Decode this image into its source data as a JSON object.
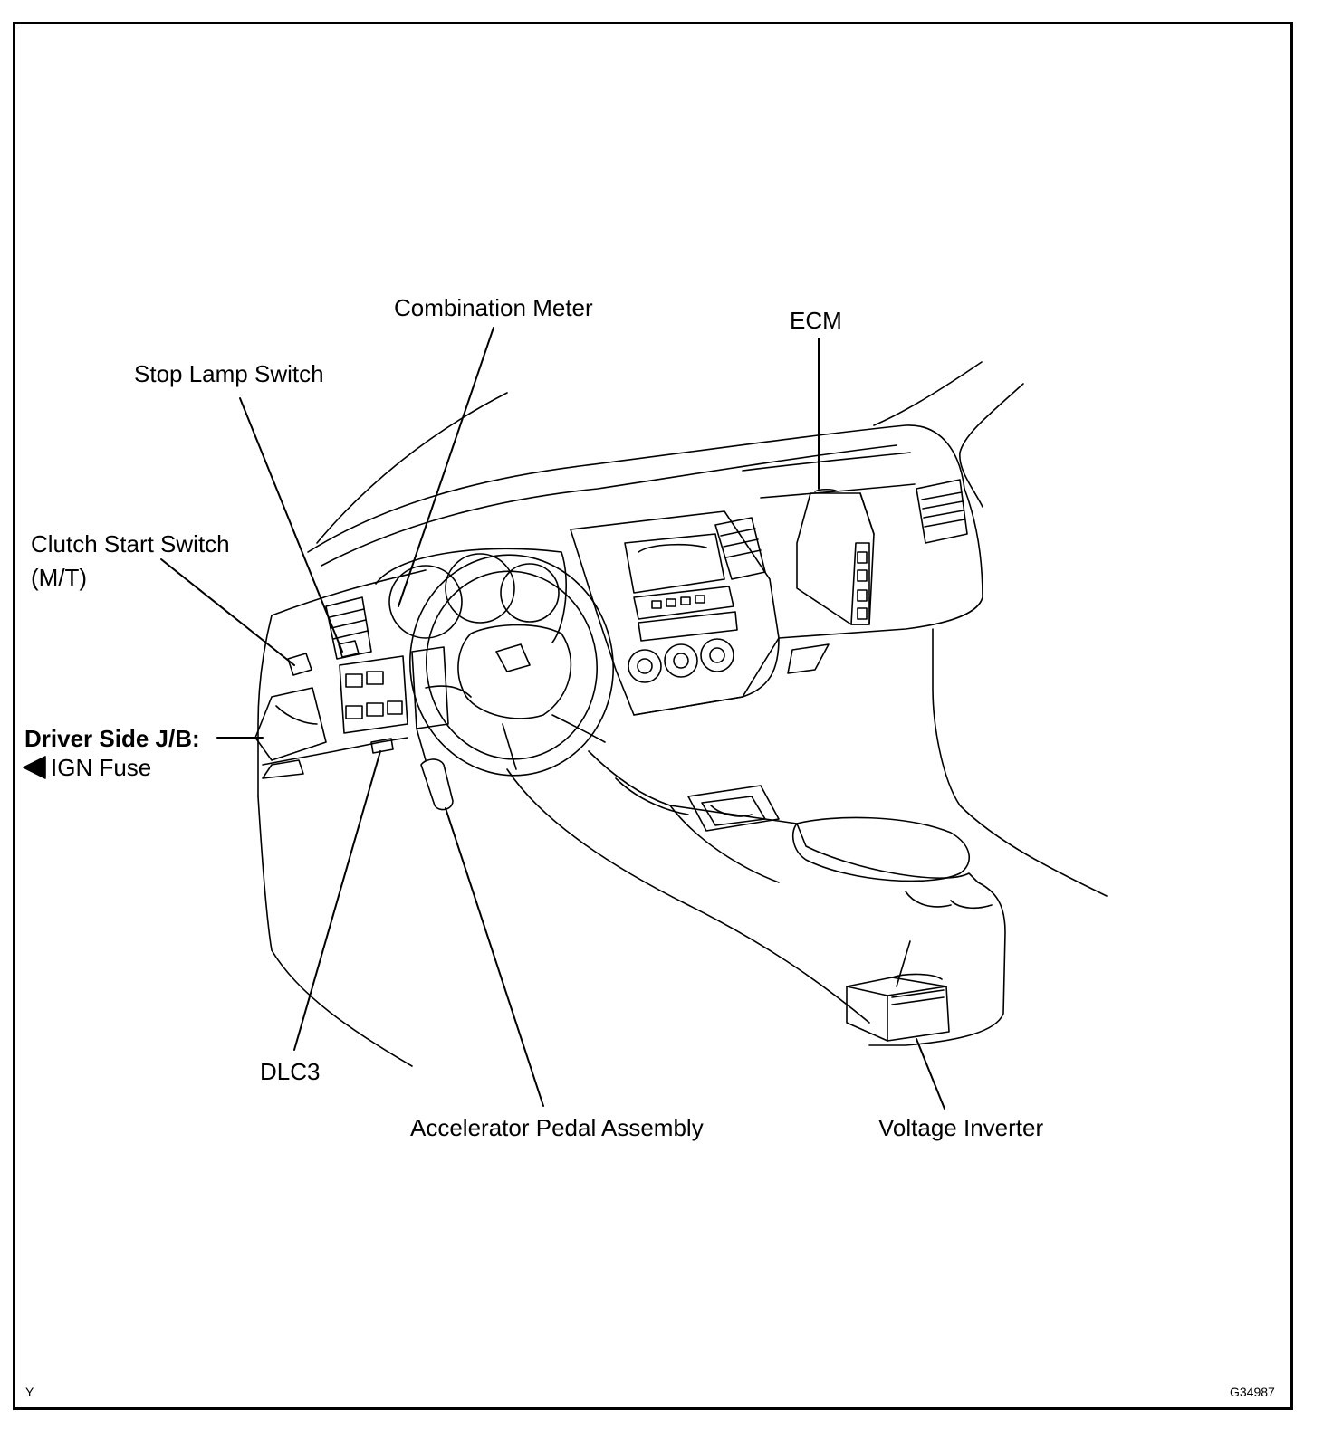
{
  "labels": {
    "combination_meter": "Combination Meter",
    "ecm": "ECM",
    "stop_lamp_switch": "Stop Lamp Switch",
    "clutch_start_switch": "Clutch Start Switch",
    "clutch_start_switch_sub": "(M/T)",
    "driver_side_jb": "Driver Side J/B:",
    "ign_fuse": "IGN Fuse",
    "dlc3": "DLC3",
    "accelerator_pedal_assembly": "Accelerator Pedal Assembly",
    "voltage_inverter": "Voltage Inverter"
  },
  "footer": {
    "left_code": "Y",
    "figure_id": "G34987"
  },
  "icons": {
    "ign_fuse_marker": "left-pointing-triangle"
  }
}
